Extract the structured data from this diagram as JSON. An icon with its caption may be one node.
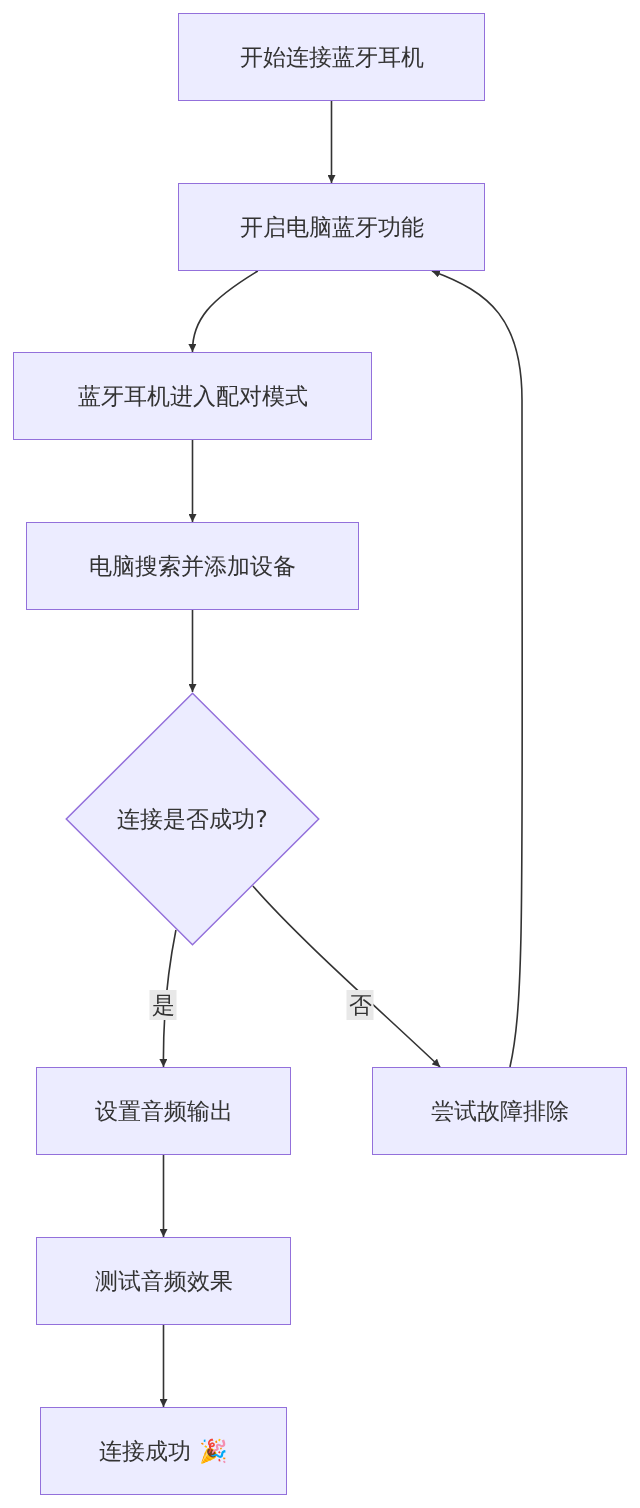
{
  "diagram": {
    "nodes": [
      {
        "text": [
          "开始连接蓝牙耳机"
        ]
      },
      {
        "text": [
          "开启电脑蓝牙功能"
        ]
      },
      {
        "text": [
          "蓝牙耳机进入配对模式"
        ]
      },
      {
        "text": [
          "电脑搜索并添加设备"
        ]
      },
      {
        "text": [
          "连接是否成功?"
        ]
      },
      {
        "text": [
          "设置音频输出"
        ]
      },
      {
        "text": [
          "尝试故障排除"
        ]
      },
      {
        "text": [
          "测试音频效果"
        ]
      },
      {
        "text": [
          "连接成功 🎉"
        ]
      }
    ],
    "edges": [
      {
        "from": 0,
        "to": 1,
        "arrow": "to"
      },
      {
        "from": 1,
        "to": 2,
        "arrow": "to"
      },
      {
        "from": 2,
        "to": 3,
        "arrow": "to"
      },
      {
        "from": 3,
        "to": 4,
        "arrow": "to"
      },
      {
        "from": 4,
        "to": 5,
        "arrow": "to",
        "label": "是"
      },
      {
        "from": 4,
        "to": 6,
        "arrow": "to",
        "label": "否"
      },
      {
        "from": 6,
        "to": 1,
        "arrow": "to"
      },
      {
        "from": 5,
        "to": 7,
        "arrow": "to"
      },
      {
        "from": 7,
        "to": 8,
        "arrow": "to"
      }
    ]
  }
}
